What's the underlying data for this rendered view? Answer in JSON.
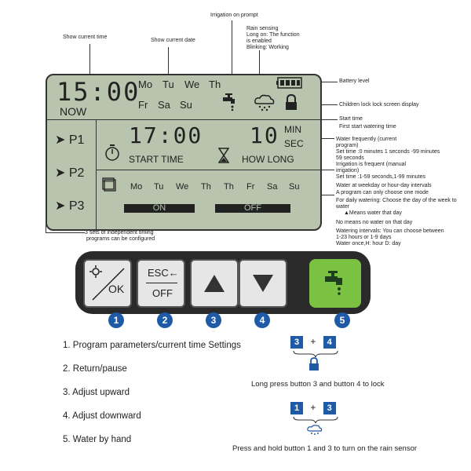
{
  "annotations": {
    "show_current_time": "Show current time",
    "show_current_date": "Show current date",
    "irrigation_prompt": "Irrigation on prompt",
    "rain_sensing": [
      "Rain sensing",
      "Long on: The function",
      "is enabled",
      "Blinking: Working"
    ],
    "battery_level": "Battery level",
    "children_lock": "Children lock lock screen display",
    "start_time": "Start time",
    "first_start": "First start watering time",
    "water_frequently": [
      "Water frequently (current",
      "program)",
      "Set time :0 minutes 1 seconds -99 minutes",
      "59 seconds",
      "Irrigation is frequent (manual",
      "irrigation)",
      "Set time :1-59 seconds,1-99 minutes"
    ],
    "weekday_hour": [
      "Water at weekday or hour-day intervals",
      "A program can only choose one mode",
      "For daily watering: Choose the day of the week to water",
      "▲Means water that day",
      "No means no water on that day",
      "Watering intervals: You can choose between",
      "1-23 hours or 1-9 days",
      "Water once,H: hour D: day"
    ],
    "three_sets": [
      "3 sets of independent timing",
      "programs can be configured"
    ]
  },
  "lcd": {
    "clock": "15:00",
    "now": "NOW",
    "days_top": [
      "Mo",
      "Tu",
      "We",
      "Th"
    ],
    "days_bottom": [
      "Fr",
      "Sa",
      "Su"
    ],
    "programs": [
      "P1",
      "P2",
      "P3"
    ],
    "start_value": "17:00",
    "start_label": "START TIME",
    "duration_value": "10",
    "min": "MIN",
    "sec": "SEC",
    "how_long": "HOW LONG",
    "week_days": [
      "Mo",
      "Tu",
      "We",
      "Th",
      "Th",
      "Fr",
      "Sa",
      "Su"
    ],
    "on": "ON",
    "off": "OFF"
  },
  "buttons": {
    "b1_bottom": "OK",
    "b2_top": "ESC",
    "b2_bottom": "OFF",
    "numbers": [
      "1",
      "2",
      "3",
      "4",
      "5"
    ]
  },
  "legend": [
    "1. Program parameters/current time Settings",
    "2. Return/pause",
    "3. Adjust upward",
    "4. Adjust downward",
    "5. Water by hand"
  ],
  "combos": {
    "lock_keys": [
      "3",
      "4"
    ],
    "lock_text": "Long press button 3 and button 4 to lock",
    "rain_keys": [
      "1",
      "3"
    ],
    "rain_text": "Press and hold button 1 and 3 to turn on the rain sensor",
    "plus": "+"
  },
  "colors": {
    "lcd": "#b8c4ad",
    "accent": "#1f5aa6",
    "water_button": "#7cc242"
  }
}
